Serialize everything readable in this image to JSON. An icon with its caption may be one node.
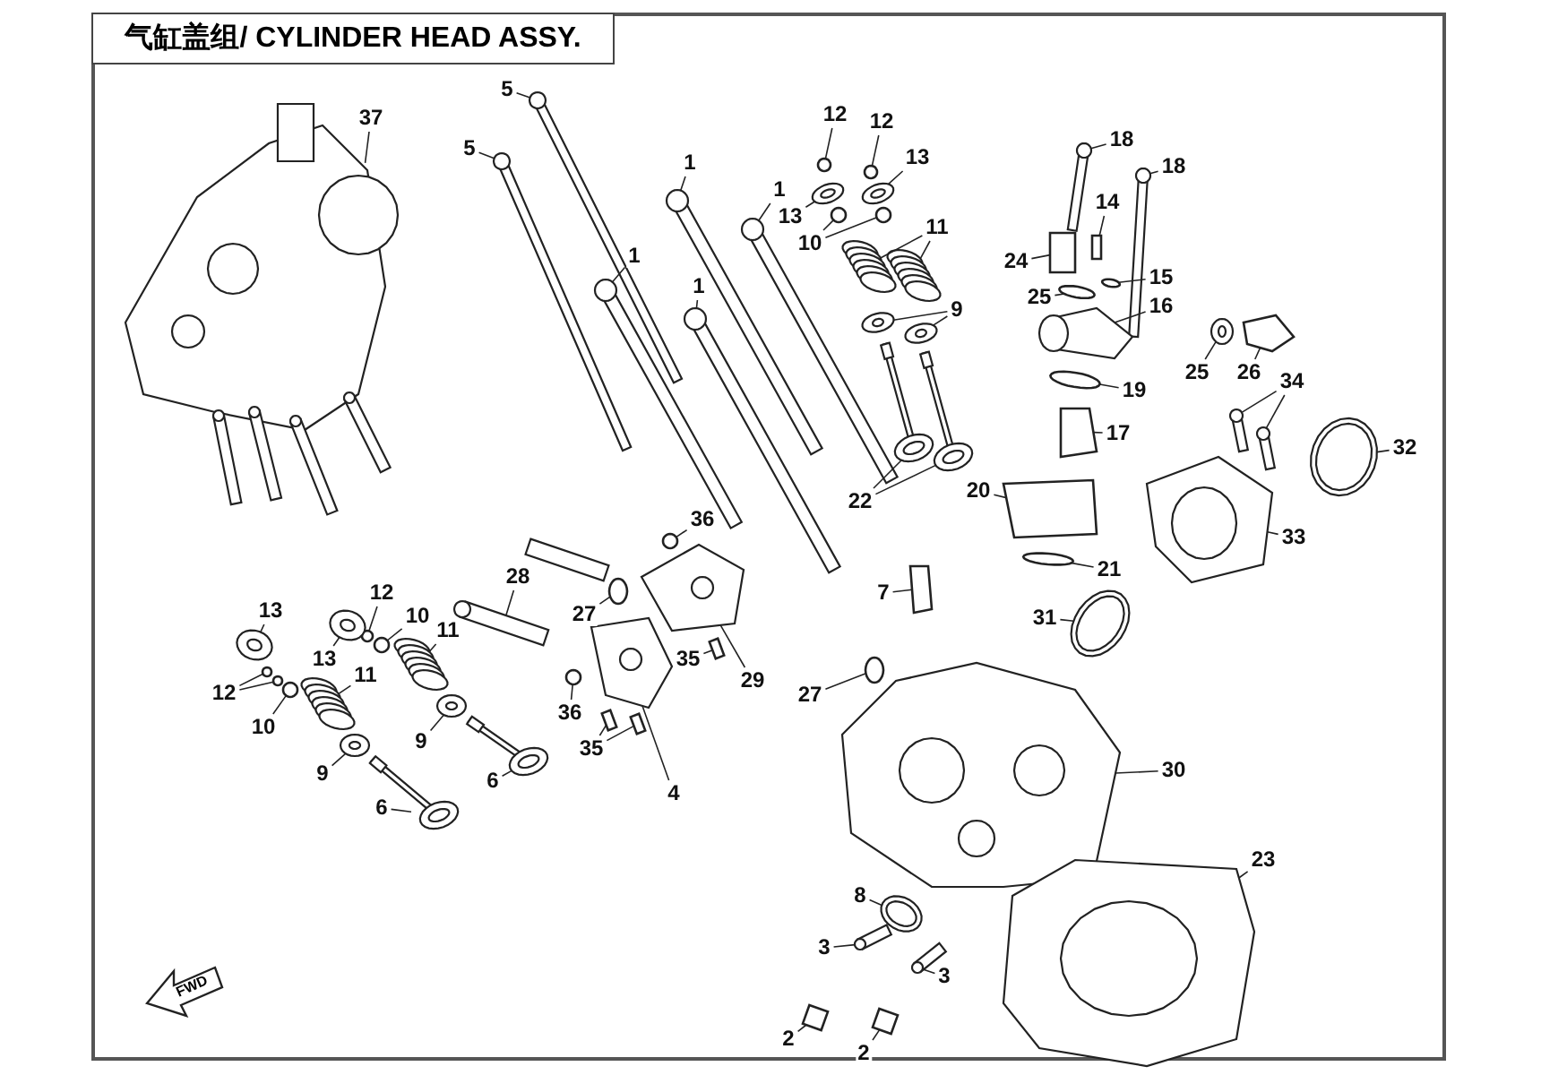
{
  "diagram": {
    "title": "气缸盖组/ CYLINDER HEAD ASSY.",
    "nodes": [
      {
        "text": [
          "37"
        ]
      },
      {
        "text": [
          "5"
        ]
      },
      {
        "text": [
          "5"
        ]
      },
      {
        "text": [
          "1"
        ]
      },
      {
        "text": [
          "1"
        ]
      },
      {
        "text": [
          "1"
        ]
      },
      {
        "text": [
          "1"
        ]
      },
      {
        "text": [
          "12"
        ]
      },
      {
        "text": [
          "12"
        ]
      },
      {
        "text": [
          "13"
        ]
      },
      {
        "text": [
          "13"
        ]
      },
      {
        "text": [
          "10"
        ]
      },
      {
        "text": [
          "11"
        ]
      },
      {
        "text": [
          "9"
        ]
      },
      {
        "text": [
          "18"
        ]
      },
      {
        "text": [
          "18"
        ]
      },
      {
        "text": [
          "14"
        ]
      },
      {
        "text": [
          "24"
        ]
      },
      {
        "text": [
          "25"
        ]
      },
      {
        "text": [
          "15"
        ]
      },
      {
        "text": [
          "16"
        ]
      },
      {
        "text": [
          "19"
        ]
      },
      {
        "text": [
          "17"
        ]
      },
      {
        "text": [
          "20"
        ]
      },
      {
        "text": [
          "21"
        ]
      },
      {
        "text": [
          "22"
        ]
      },
      {
        "text": [
          "25"
        ]
      },
      {
        "text": [
          "26"
        ]
      },
      {
        "text": [
          "34"
        ]
      },
      {
        "text": [
          "32"
        ]
      },
      {
        "text": [
          "33"
        ]
      },
      {
        "text": [
          "31"
        ]
      },
      {
        "text": [
          "7"
        ]
      },
      {
        "text": [
          "36"
        ]
      },
      {
        "text": [
          "27"
        ]
      },
      {
        "text": [
          "28"
        ]
      },
      {
        "text": [
          "35"
        ]
      },
      {
        "text": [
          "29"
        ]
      },
      {
        "text": [
          "27"
        ]
      },
      {
        "text": [
          "36"
        ]
      },
      {
        "text": [
          "35"
        ]
      },
      {
        "text": [
          "4"
        ]
      },
      {
        "text": [
          "13"
        ]
      },
      {
        "text": [
          "12"
        ]
      },
      {
        "text": [
          "10"
        ]
      },
      {
        "text": [
          "11"
        ]
      },
      {
        "text": [
          "13"
        ]
      },
      {
        "text": [
          "11"
        ]
      },
      {
        "text": [
          "12"
        ]
      },
      {
        "text": [
          "10"
        ]
      },
      {
        "text": [
          "9"
        ]
      },
      {
        "text": [
          "9"
        ]
      },
      {
        "text": [
          "6"
        ]
      },
      {
        "text": [
          "6"
        ]
      },
      {
        "text": [
          "30"
        ]
      },
      {
        "text": [
          "8"
        ]
      },
      {
        "text": [
          "3"
        ]
      },
      {
        "text": [
          "3"
        ]
      },
      {
        "text": [
          "23"
        ]
      },
      {
        "text": [
          "2"
        ]
      },
      {
        "text": [
          "2"
        ]
      },
      {
        "text": [],
        "shape": "picture"
      },
      {
        "text": [],
        "shape": "picture"
      },
      {
        "text": [],
        "shape": "picture"
      },
      {
        "text": [],
        "shape": "picture"
      },
      {
        "text": [],
        "shape": "picture"
      },
      {
        "text": [],
        "shape": "picture"
      },
      {
        "text": [],
        "shape": "picture"
      },
      {
        "text": [],
        "shape": "circle"
      },
      {
        "text": [],
        "shape": "circle"
      },
      {
        "text": [],
        "shape": "picture"
      },
      {
        "text": [],
        "shape": "picture"
      },
      {
        "text": [],
        "shape": "circle"
      },
      {
        "text": [],
        "shape": "circle"
      },
      {
        "text": [],
        "shape": "picture"
      },
      {
        "text": [],
        "shape": "picture"
      },
      {
        "text": [],
        "shape": "picture"
      },
      {
        "text": [],
        "shape": "picture"
      },
      {
        "text": [],
        "shape": "picture"
      },
      {
        "text": [],
        "shape": "picture"
      },
      {
        "text": [],
        "shape": "box"
      },
      {
        "text": [],
        "shape": "box"
      },
      {
        "text": [],
        "shape": "circle"
      },
      {
        "text": [],
        "shape": "circle"
      },
      {
        "text": [],
        "shape": "picture"
      },
      {
        "text": [],
        "shape": "circle"
      },
      {
        "text": [],
        "shape": "box"
      },
      {
        "text": [],
        "shape": "box"
      },
      {
        "text": [],
        "shape": "circle"
      },
      {
        "text": [],
        "shape": "picture"
      },
      {
        "text": [],
        "shape": "picture"
      },
      {
        "text": [],
        "shape": "picture"
      },
      {
        "text": [],
        "shape": "box"
      },
      {
        "text": [],
        "shape": "picture"
      },
      {
        "text": [],
        "shape": "picture"
      },
      {
        "text": [],
        "shape": "picture"
      },
      {
        "text": [],
        "shape": "picture"
      },
      {
        "text": [],
        "shape": "picture"
      },
      {
        "text": [],
        "shape": "box"
      },
      {
        "text": [],
        "shape": "circle"
      },
      {
        "text": [],
        "shape": "circle"
      },
      {
        "text": [],
        "shape": "picture"
      },
      {
        "text": [],
        "shape": "box"
      },
      {
        "text": [],
        "shape": "picture"
      },
      {
        "text": [],
        "shape": "circle"
      },
      {
        "text": [],
        "shape": "circle"
      },
      {
        "text": [],
        "shape": "box"
      },
      {
        "text": [],
        "shape": "box"
      },
      {
        "text": [],
        "shape": "picture"
      },
      {
        "text": [],
        "shape": "picture"
      },
      {
        "text": [],
        "shape": "circle"
      },
      {
        "text": [],
        "shape": "circle"
      },
      {
        "text": [],
        "shape": "picture"
      },
      {
        "text": [],
        "shape": "picture"
      },
      {
        "text": [],
        "shape": "picture"
      },
      {
        "text": [],
        "shape": "circle"
      },
      {
        "text": [],
        "shape": "circle"
      },
      {
        "text": [],
        "shape": "circle"
      },
      {
        "text": [],
        "shape": "picture"
      },
      {
        "text": [],
        "shape": "picture"
      },
      {
        "text": [],
        "shape": "picture"
      },
      {
        "text": [],
        "shape": "picture"
      },
      {
        "text": [],
        "shape": "picture"
      },
      {
        "text": [],
        "shape": "picture"
      },
      {
        "text": [],
        "shape": "picture"
      },
      {
        "text": [],
        "shape": "picture"
      },
      {
        "text": [],
        "shape": "picture"
      },
      {
        "text": [],
        "shape": "box"
      },
      {
        "text": [],
        "shape": "box"
      },
      {
        "text": [
          "FWD"
        ]
      }
    ],
    "edges": [
      {
        "from": 0,
        "to": 61,
        "arrow": "none"
      },
      {
        "from": 1,
        "to": 62,
        "arrow": "none"
      },
      {
        "from": 2,
        "to": 63,
        "arrow": "none"
      },
      {
        "from": 3,
        "to": 64,
        "arrow": "none"
      },
      {
        "from": 4,
        "to": 65,
        "arrow": "none"
      },
      {
        "from": 5,
        "to": 66,
        "arrow": "none"
      },
      {
        "from": 6,
        "to": 67,
        "arrow": "none"
      },
      {
        "from": 7,
        "to": 68,
        "arrow": "none"
      },
      {
        "from": 8,
        "to": 69,
        "arrow": "none"
      },
      {
        "from": 9,
        "to": 70,
        "arrow": "none"
      },
      {
        "from": 10,
        "to": 71,
        "arrow": "none"
      },
      {
        "from": 11,
        "to": 72,
        "arrow": "none"
      },
      {
        "from": 11,
        "to": 73,
        "arrow": "none"
      },
      {
        "from": 12,
        "to": 74,
        "arrow": "none"
      },
      {
        "from": 12,
        "to": 75,
        "arrow": "none"
      },
      {
        "from": 13,
        "to": 76,
        "arrow": "none"
      },
      {
        "from": 13,
        "to": 77,
        "arrow": "none"
      },
      {
        "from": 14,
        "to": 78,
        "arrow": "none"
      },
      {
        "from": 15,
        "to": 79,
        "arrow": "none"
      },
      {
        "from": 16,
        "to": 80,
        "arrow": "none"
      },
      {
        "from": 17,
        "to": 81,
        "arrow": "none"
      },
      {
        "from": 18,
        "to": 82,
        "arrow": "none"
      },
      {
        "from": 19,
        "to": 83,
        "arrow": "none"
      },
      {
        "from": 20,
        "to": 84,
        "arrow": "none"
      },
      {
        "from": 21,
        "to": 85,
        "arrow": "none"
      },
      {
        "from": 22,
        "to": 86,
        "arrow": "none"
      },
      {
        "from": 23,
        "to": 87,
        "arrow": "none"
      },
      {
        "from": 24,
        "to": 88,
        "arrow": "none"
      },
      {
        "from": 25,
        "to": 89,
        "arrow": "none"
      },
      {
        "from": 25,
        "to": 90,
        "arrow": "none"
      },
      {
        "from": 26,
        "to": 91,
        "arrow": "none"
      },
      {
        "from": 27,
        "to": 92,
        "arrow": "none"
      },
      {
        "from": 28,
        "to": 93,
        "arrow": "none"
      },
      {
        "from": 28,
        "to": 94,
        "arrow": "none"
      },
      {
        "from": 29,
        "to": 95,
        "arrow": "none"
      },
      {
        "from": 30,
        "to": 96,
        "arrow": "none"
      },
      {
        "from": 31,
        "to": 97,
        "arrow": "none"
      },
      {
        "from": 32,
        "to": 98,
        "arrow": "none"
      },
      {
        "from": 33,
        "to": 99,
        "arrow": "none"
      },
      {
        "from": 34,
        "to": 100,
        "arrow": "none"
      },
      {
        "from": 35,
        "to": 101,
        "arrow": "none"
      },
      {
        "from": 36,
        "to": 102,
        "arrow": "none"
      },
      {
        "from": 37,
        "to": 103,
        "arrow": "none"
      },
      {
        "from": 38,
        "to": 104,
        "arrow": "none"
      },
      {
        "from": 39,
        "to": 105,
        "arrow": "none"
      },
      {
        "from": 40,
        "to": 106,
        "arrow": "none"
      },
      {
        "from": 40,
        "to": 107,
        "arrow": "none"
      },
      {
        "from": 41,
        "to": 108,
        "arrow": "none"
      },
      {
        "from": 42,
        "to": 109,
        "arrow": "none"
      },
      {
        "from": 43,
        "to": 110,
        "arrow": "none"
      },
      {
        "from": 44,
        "to": 111,
        "arrow": "none"
      },
      {
        "from": 45,
        "to": 112,
        "arrow": "none"
      },
      {
        "from": 46,
        "to": 113,
        "arrow": "none"
      },
      {
        "from": 47,
        "to": 114,
        "arrow": "none"
      },
      {
        "from": 48,
        "to": 115,
        "arrow": "none"
      },
      {
        "from": 48,
        "to": 116,
        "arrow": "none"
      },
      {
        "from": 49,
        "to": 117,
        "arrow": "none"
      },
      {
        "from": 50,
        "to": 118,
        "arrow": "none"
      },
      {
        "from": 51,
        "to": 119,
        "arrow": "none"
      },
      {
        "from": 52,
        "to": 120,
        "arrow": "none"
      },
      {
        "from": 53,
        "to": 121,
        "arrow": "none"
      },
      {
        "from": 54,
        "to": 122,
        "arrow": "none"
      },
      {
        "from": 55,
        "to": 123,
        "arrow": "none"
      },
      {
        "from": 56,
        "to": 124,
        "arrow": "none"
      },
      {
        "from": 57,
        "to": 125,
        "arrow": "none"
      },
      {
        "from": 58,
        "to": 126,
        "arrow": "none"
      },
      {
        "from": 59,
        "to": 127,
        "arrow": "none"
      },
      {
        "from": 60,
        "to": 128,
        "arrow": "none"
      }
    ]
  }
}
